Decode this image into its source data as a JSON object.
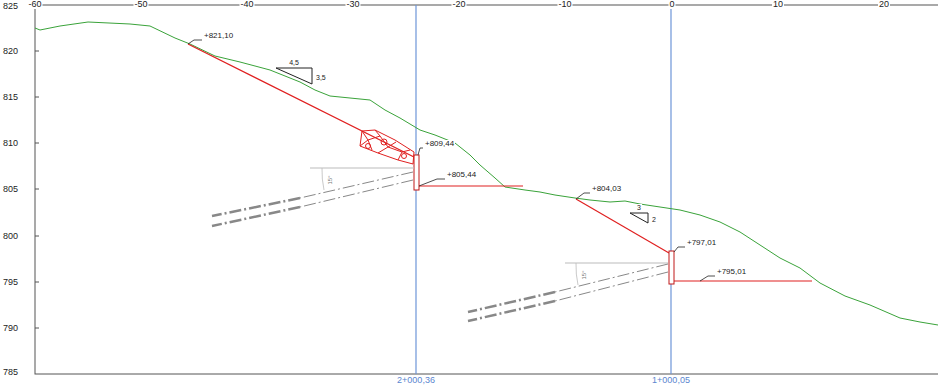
{
  "diagram": {
    "labels": [
      "-60",
      "-50",
      "-40",
      "-30",
      "-20",
      "-10",
      "0",
      "10",
      "20",
      "825",
      "820",
      "815",
      "810",
      "805",
      "800",
      "795",
      "790",
      "785",
      "+821,10",
      "+809,44",
      "+805,44",
      "+804,03",
      "+797,01",
      "+795,01",
      "4,5",
      "3,5",
      "3",
      "2",
      "15°",
      "15°",
      "2+000,36",
      "1+000,05"
    ]
  }
}
